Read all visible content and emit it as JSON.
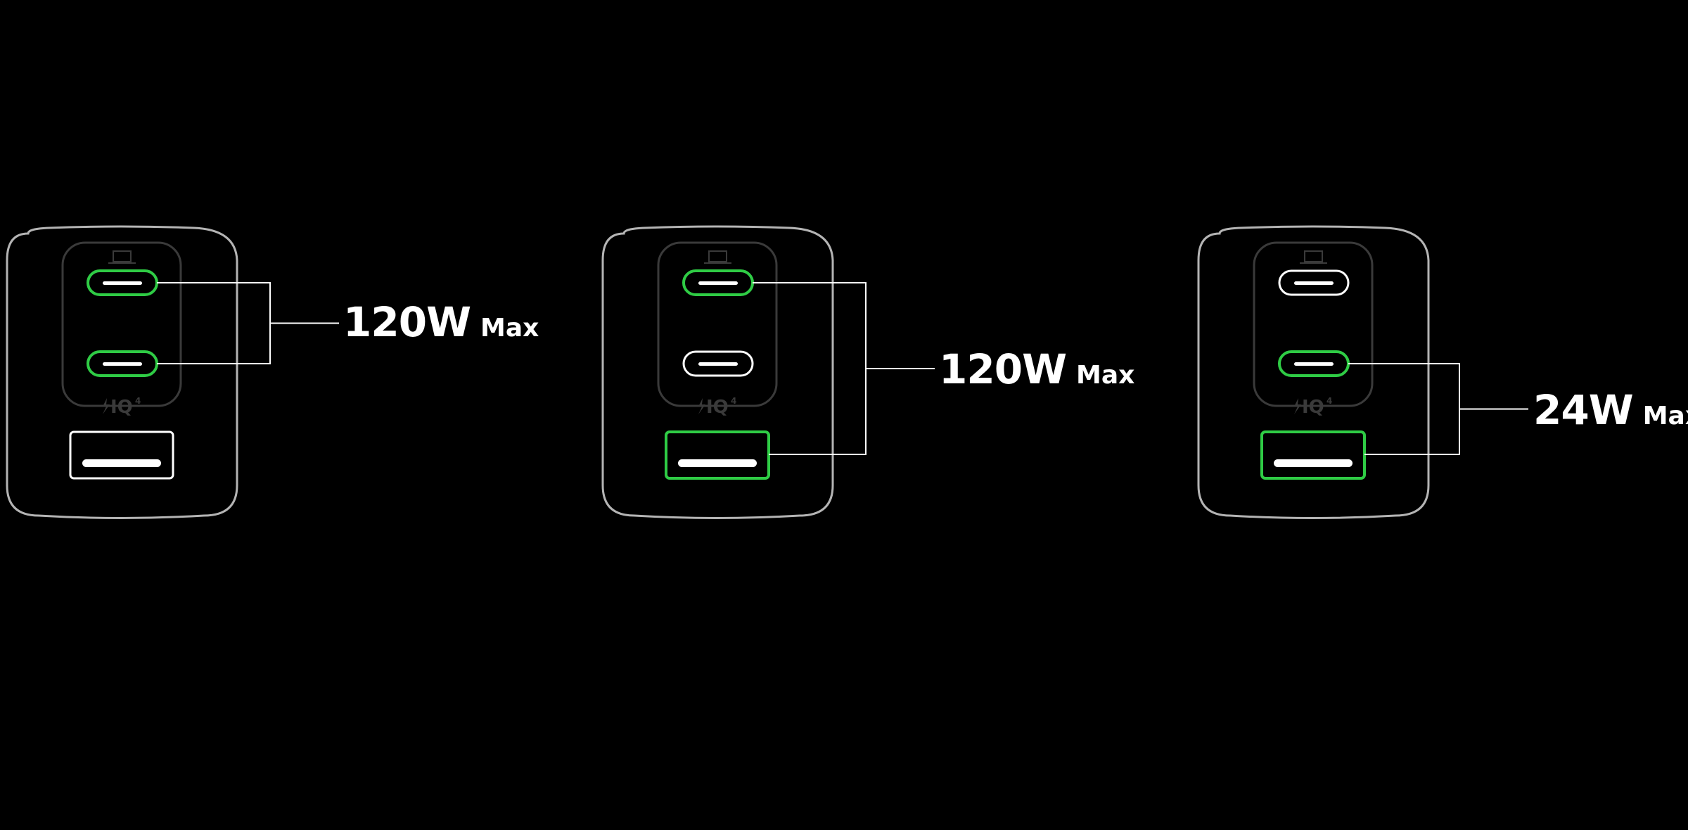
{
  "colors": {
    "background": "#000000",
    "outline": "#b4b4b4",
    "inner_panel": "#3a3a3a",
    "active_port": "#2fcc45",
    "port_slot": "#ffffff",
    "connector_line": "#ffffff",
    "label": "#ffffff"
  },
  "diagrams": [
    {
      "ports": [
        {
          "name": "usb-c-1",
          "active": true
        },
        {
          "name": "usb-c-2",
          "active": true
        },
        {
          "name": "usb-a",
          "active": false
        }
      ],
      "wattage": "120W",
      "unit": "Max"
    },
    {
      "ports": [
        {
          "name": "usb-c-1",
          "active": true
        },
        {
          "name": "usb-c-2",
          "active": false
        },
        {
          "name": "usb-a",
          "active": true
        }
      ],
      "wattage": "120W",
      "unit": "Max"
    },
    {
      "ports": [
        {
          "name": "usb-c-1",
          "active": false
        },
        {
          "name": "usb-c-2",
          "active": true
        },
        {
          "name": "usb-a",
          "active": true
        }
      ],
      "wattage": "24W",
      "unit": "Max"
    }
  ],
  "badge": {
    "icon": "lightning-bolt-icon",
    "text": "IQ",
    "superscript": "4"
  },
  "top_icon": "laptop-icon"
}
